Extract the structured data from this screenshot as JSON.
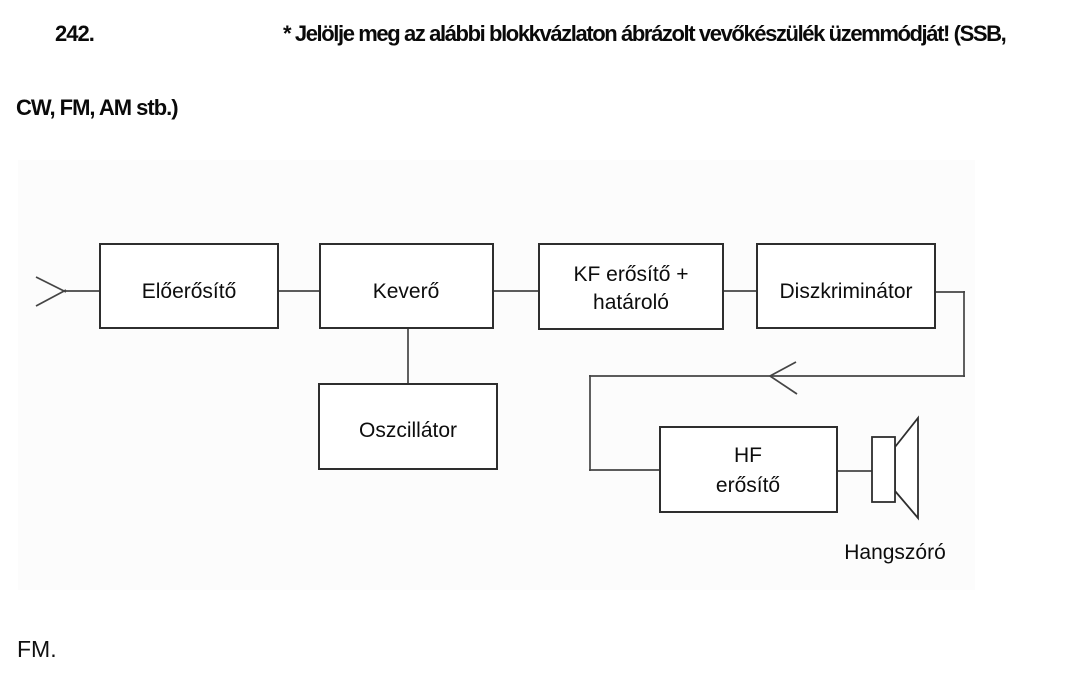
{
  "page": {
    "question_number": "242.",
    "question_line1": "* Jelölje meg az alábbi blokkvázlaton ábrázolt vevőkészülék üzemmódját! (SSB,",
    "question_line2": "CW, FM, AM stb.)",
    "answer": "FM."
  },
  "diagram": {
    "type": "block-diagram",
    "description": "FM receiver block schematic with antenna input and loudspeaker output",
    "blocks": [
      {
        "id": "eloerosito",
        "lines": [
          "Előerősítő"
        ]
      },
      {
        "id": "kevero",
        "lines": [
          "Keverő"
        ]
      },
      {
        "id": "kf-erosito-hatarolo",
        "lines": [
          "KF erősítő +",
          "határoló"
        ]
      },
      {
        "id": "diszkriminator",
        "lines": [
          "Diszkriminátor"
        ]
      },
      {
        "id": "oszcillator",
        "lines": [
          "Oszcillátor"
        ]
      },
      {
        "id": "hf-erosito",
        "lines": [
          "HF",
          "erősítő"
        ]
      }
    ],
    "speaker_label": "Hangszóró",
    "colors": {
      "box_border": "#2e2e2e",
      "connector_line": "#454545",
      "text": "#0d0d0d",
      "figure_background": "#fcfcfc",
      "page_background": "#ffffff"
    }
  }
}
